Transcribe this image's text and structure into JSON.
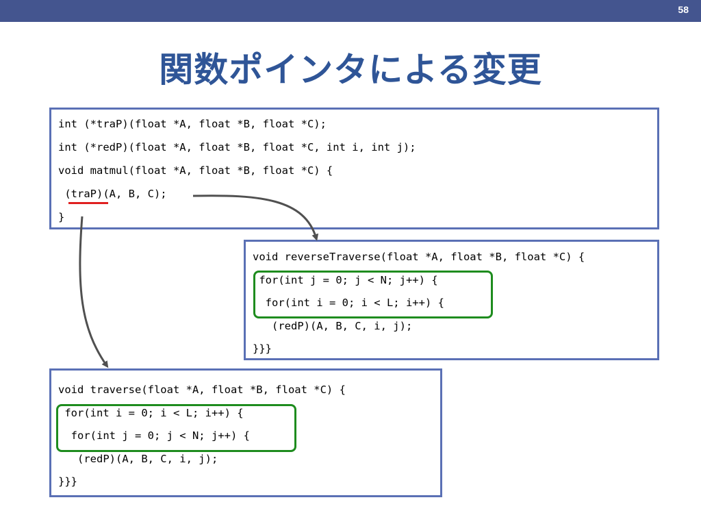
{
  "slide": {
    "number": "58",
    "title": "関数ポインタによる変更"
  },
  "colors": {
    "header_bar": "#44558f",
    "title": "#2f5597",
    "box_border": "#5a70b5",
    "loop_highlight": "#1e8c1e",
    "underline": "#e02020",
    "arrow": "#505050"
  },
  "main_code": {
    "lines": [
      "int (*traP)(float *A, float *B, float *C);",
      "int (*redP)(float *A, float *B, float *C, int i, int j);",
      "void matmul(float *A, float *B, float *C) {",
      " (traP)(A, B, C);",
      "}"
    ]
  },
  "reverse_code": {
    "lines": [
      "void reverseTraverse(float *A, float *B, float *C) {",
      " for(int j = 0; j < N; j++) {",
      "  for(int i = 0; i < L; i++) {",
      "   (redP)(A, B, C, i, j);",
      "}}}"
    ]
  },
  "traverse_code": {
    "lines": [
      "void traverse(float *A, float *B, float *C) {",
      " for(int i = 0; i < L; i++) {",
      "  for(int j = 0; j < N; j++) {",
      "   (redP)(A, B, C, i, j);",
      "}}}"
    ]
  }
}
